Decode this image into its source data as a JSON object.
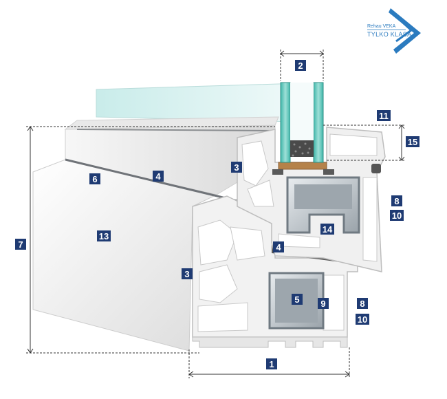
{
  "logo": {
    "brand": "Rehau VEKA",
    "tagline": "TYLKO KLASA A",
    "color": "#2b7bbf"
  },
  "markers": {
    "m1": "1",
    "m2": "2",
    "m3a": "3",
    "m3b": "3",
    "m4a": "4",
    "m4b": "4",
    "m5": "5",
    "m6": "6",
    "m7": "7",
    "m8a": "8",
    "m8b": "8",
    "m9": "9",
    "m10a": "10",
    "m10b": "10",
    "m11": "11",
    "m13": "13",
    "m14": "14",
    "m15": "15"
  },
  "colors": {
    "badge": "#1f3b73",
    "profile_light": "#f4f4f4",
    "profile_shadow": "#c9c9c9",
    "glass": "#8fd4cf",
    "steel": "#bfc6cc",
    "seal": "#5a5a5a",
    "spacer": "#b5824a"
  }
}
